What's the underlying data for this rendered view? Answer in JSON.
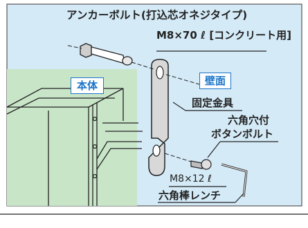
{
  "figure": {
    "anchor_bolt_title": "アンカーボルト(打込芯オネジタイプ)",
    "anchor_bolt_size": "M8×70 ℓ [コンクリート用]",
    "wall_label": "壁面",
    "body_label": "本体",
    "bracket_label": "固定金具",
    "hex_bolt_line1": "六角穴付",
    "hex_bolt_line2": "ボタンボルト",
    "hex_bolt_size": "M8×12 ℓ",
    "hex_wrench_label": "六角棒レンチ"
  },
  "colors": {
    "wall_blue": "#d4eaf7",
    "body_green": "#c9e5c8",
    "accent_blue": "#1a74c8",
    "metal": "#d8d8d8"
  }
}
